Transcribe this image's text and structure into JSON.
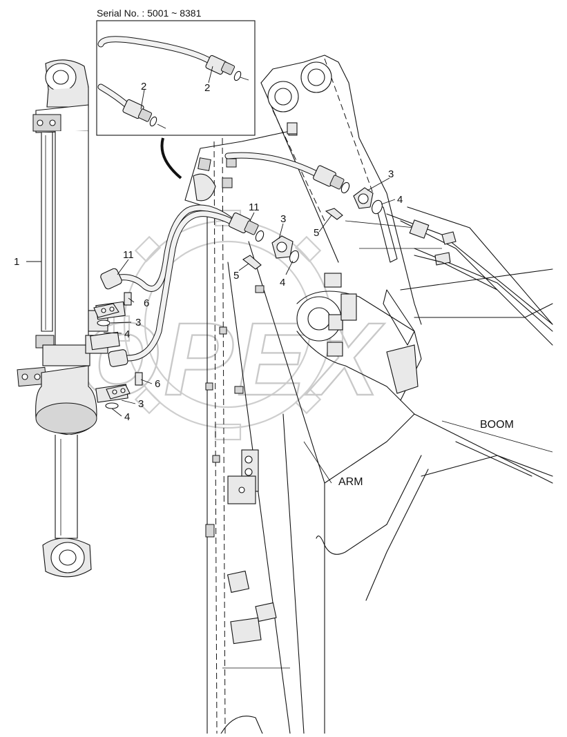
{
  "inset": {
    "serial_label": "Serial No. : 5001 ~ 8381"
  },
  "labels": {
    "boom": "BOOM",
    "arm": "ARM"
  },
  "watermark": {
    "text": "OPEX"
  },
  "callouts": [
    {
      "id": "c1",
      "text": "1"
    },
    {
      "id": "c2a",
      "text": "2"
    },
    {
      "id": "c2b",
      "text": "2"
    },
    {
      "id": "c3a",
      "text": "3"
    },
    {
      "id": "c3b",
      "text": "3"
    },
    {
      "id": "c3c",
      "text": "3"
    },
    {
      "id": "c3d",
      "text": "3"
    },
    {
      "id": "c4a",
      "text": "4"
    },
    {
      "id": "c4b",
      "text": "4"
    },
    {
      "id": "c4c",
      "text": "4"
    },
    {
      "id": "c4d",
      "text": "4"
    },
    {
      "id": "c5a",
      "text": "5"
    },
    {
      "id": "c5b",
      "text": "5"
    },
    {
      "id": "c6a",
      "text": "6"
    },
    {
      "id": "c6b",
      "text": "6"
    },
    {
      "id": "c11a",
      "text": "11"
    },
    {
      "id": "c11b",
      "text": "11"
    }
  ]
}
